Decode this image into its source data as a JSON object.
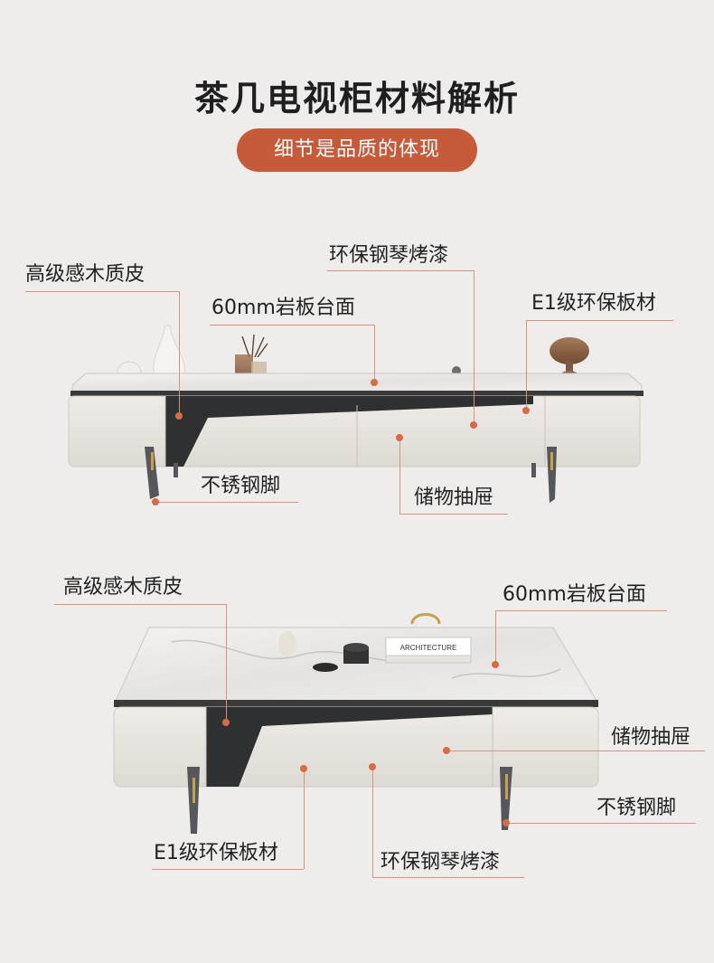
{
  "header": {
    "title": "茶几电视柜材料解析",
    "subtitle": "细节是品质的体现"
  },
  "tv_cabinet": {
    "label_leather": "高级感木质皮",
    "label_paint": "环保钢琴烤漆",
    "label_slab": "60mm岩板台面",
    "label_board": "E1级环保板材",
    "label_feet": "不锈钢脚",
    "label_drawer": "储物抽屉"
  },
  "coffee_table": {
    "label_leather": "高级感木质皮",
    "label_slab": "60mm岩板台面",
    "label_drawer": "储物抽屉",
    "label_feet": "不锈钢脚",
    "label_board": "E1级环保板材",
    "label_paint": "环保钢琴烤漆",
    "book_text": "ARCHITECTURE"
  },
  "colors": {
    "background": "#eeedec",
    "accent": "#c75a38",
    "leader_line": "#d9927c",
    "dot": "#d96a45"
  }
}
